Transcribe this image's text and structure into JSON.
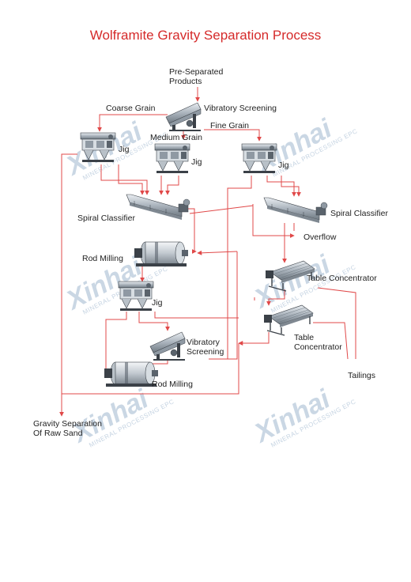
{
  "title": "Wolframite Gravity Separation Process",
  "colors": {
    "title": "#d52a2a",
    "flow_line": "#e04848",
    "watermark": "#9fb7cf",
    "machine_steel": "#8f99a3",
    "machine_dark": "#3b4148"
  },
  "labels": {
    "pre_separated_1": "Pre-Separated",
    "pre_separated_2": "Products",
    "vibratory_screening_top": "Vibratory Screening",
    "coarse_grain": "Coarse Grain",
    "fine_grain": "Fine Grain",
    "medium_grain": "Medium Grain",
    "jig_left": "Jig",
    "jig_middle": "Jig",
    "jig_right": "Jig",
    "spiral_classifier_left": "Spiral Classifier",
    "spiral_classifier_right": "Spiral Classifier",
    "overflow": "Overflow",
    "rod_milling_top": "Rod Milling",
    "table_concentrator_top": "Table Concentrator",
    "jig_lower": "Jig",
    "vibratory_screening_lower_1": "Vibratory",
    "vibratory_screening_lower_2": "Screening",
    "table_concentrator_lower_1": "Table",
    "table_concentrator_lower_2": "Concentrator",
    "tailings": "Tailings",
    "rod_milling_bottom": "Rod Milling",
    "gravity_sep_1": "Gravity Separation",
    "gravity_sep_2": "Of Raw Sand"
  },
  "watermark": {
    "brand": "Xinhai",
    "tagline": "MINERAL PROCESSING EPC"
  }
}
